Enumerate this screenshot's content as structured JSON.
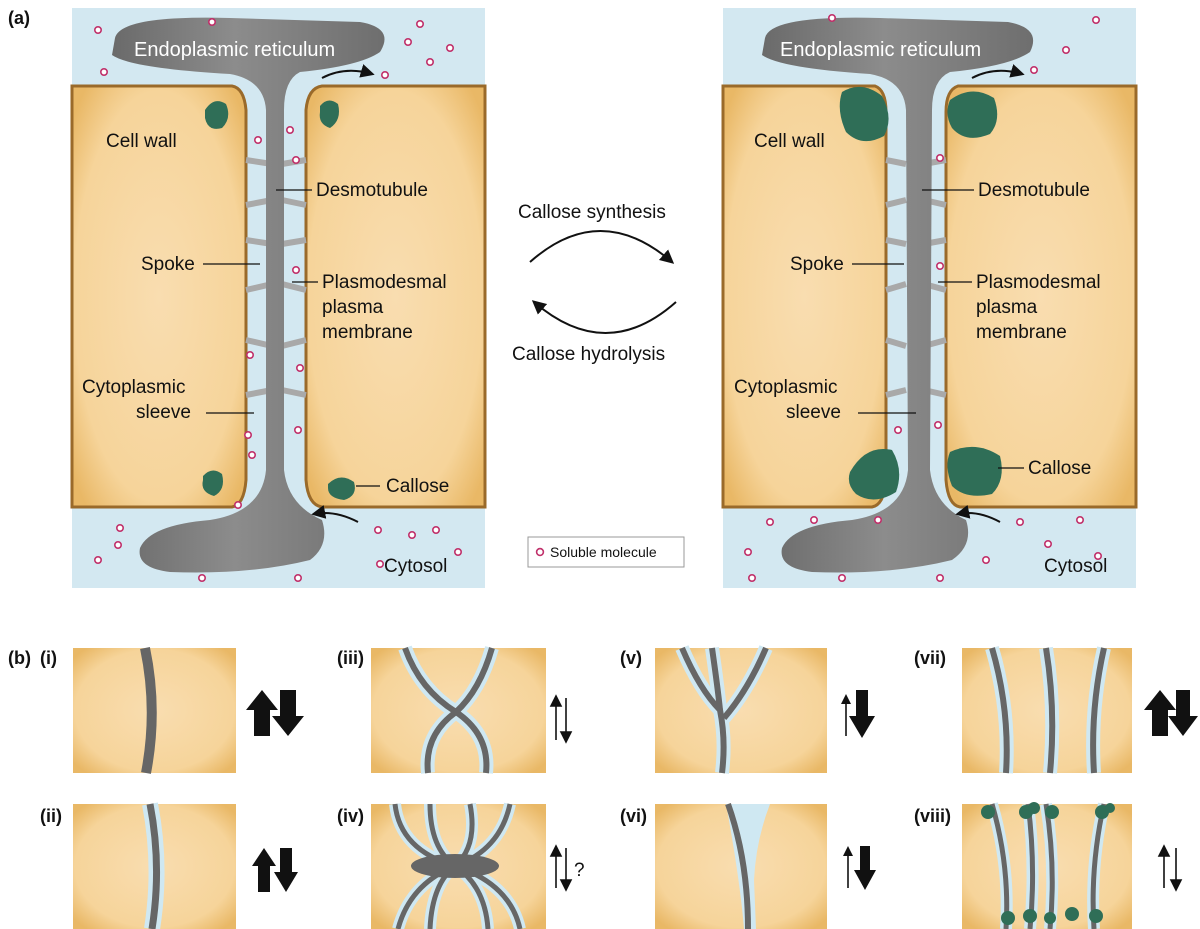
{
  "panel_a": {
    "tag": "(a)",
    "left": {
      "er": "Endoplasmic reticulum",
      "cell_wall": "Cell wall",
      "desmotubule": "Desmotubule",
      "spoke": "Spoke",
      "pm1": "Plasmodesmal",
      "pm2": "plasma",
      "pm3": "membrane",
      "cs1": "Cytoplasmic",
      "cs2": "sleeve",
      "callose": "Callose",
      "cytosol": "Cytosol"
    },
    "right": {
      "er": "Endoplasmic reticulum",
      "cell_wall": "Cell wall",
      "desmotubule": "Desmotubule",
      "spoke": "Spoke",
      "pm1": "Plasmodesmal",
      "pm2": "plasma",
      "pm3": "membrane",
      "cs1": "Cytoplasmic",
      "cs2": "sleeve",
      "callose": "Callose",
      "cytosol": "Cytosol"
    },
    "synthesis": "Callose synthesis",
    "hydrolysis": "Callose hydrolysis",
    "legend": "Soluble molecule"
  },
  "panel_b": {
    "tag": "(b)",
    "items": [
      {
        "label": "(i)"
      },
      {
        "label": "(ii)"
      },
      {
        "label": "(iii)"
      },
      {
        "label": "(iv)",
        "note": "?"
      },
      {
        "label": "(v)"
      },
      {
        "label": "(vi)"
      },
      {
        "label": "(vii)"
      },
      {
        "label": "(viii)"
      }
    ]
  },
  "colors": {
    "cell": "#f7d9a3",
    "wall_edge": "#9a6a2a",
    "cytosol": "#d3e8f1",
    "er": "#7b7b7b",
    "callose": "#2f6e57",
    "molecule": "#c0306a"
  }
}
